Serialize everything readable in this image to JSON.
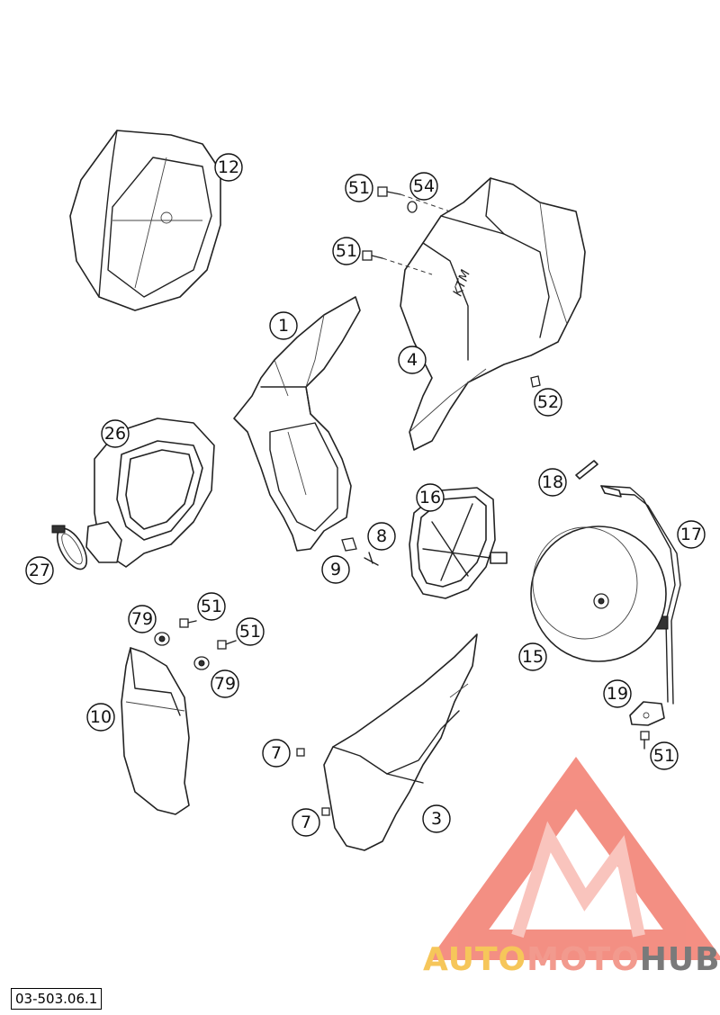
{
  "drawing_code": "03-503.06.1",
  "watermark": {
    "text_part1": "AUTO",
    "text_part2": "MOTO",
    "text_part3": "HUB",
    "colors": {
      "part1": "#f6c65a",
      "part2": "#f29a8e",
      "part3": "#7a7a7a",
      "logo": "#f06a5a"
    }
  },
  "callouts": {
    "c1": "1",
    "c3": "3",
    "c4": "4",
    "c7a": "7",
    "c7b": "7",
    "c8": "8",
    "c9": "9",
    "c10": "10",
    "c12": "12",
    "c15": "15",
    "c16": "16",
    "c17": "17",
    "c18": "18",
    "c19": "19",
    "c26": "26",
    "c27": "27",
    "c51a": "51",
    "c51b": "51",
    "c51c": "51",
    "c51d": "51",
    "c51e": "51",
    "c52": "52",
    "c54": "54",
    "c79a": "79",
    "c79b": "79"
  }
}
